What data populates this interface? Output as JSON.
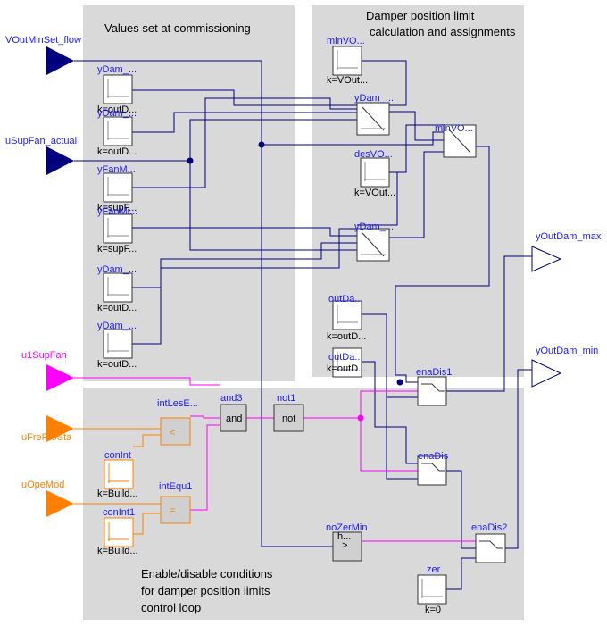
{
  "regions": {
    "commissioning": "Values set at commissioning",
    "damper_limits_line1": "Damper position limit",
    "damper_limits_line2": "calculation and assignments",
    "enable_line1": "Enable/disable conditions",
    "enable_line2": "for damper position limits",
    "enable_line3": "control loop"
  },
  "inputs": {
    "vout": "VOutMinSet_flow",
    "usupfan": "uSupFan_actual",
    "u1supfan": "u1SupFan",
    "ufrepro": "uFreProSta",
    "uopemod": "uOpeMod"
  },
  "outputs": {
    "ymax": "yOutDam_max",
    "ymin": "yOutDam_min"
  },
  "blocks": {
    "c1_name": "yDam_...",
    "c1_k": "k=outD...",
    "c2_name": "yDam_...",
    "c2_k": "k=outD...",
    "c3_name": "yFanM...",
    "c3_k": "k=supF...",
    "c4_name": "yFanMi...",
    "c4_k": "k=supF...",
    "c5_name": "yDam_...",
    "c5_k": "k=outD...",
    "c6_name": "yDam_...",
    "c6_k": "k=outD...",
    "minvo1_name": "minVO...",
    "minvo1_k": "k=VOut...",
    "ydam_line1": "yDam_...",
    "minvo2_name": "minVO...",
    "desvo_name": "desVO...",
    "desvo_k": "k=VOut...",
    "ydam_line2": "yDam_...",
    "outda1_name": "outDa...",
    "outda1_k": "k=outD...",
    "outda2_name": "outDa...",
    "outda2_k": "k=outD...",
    "and3_name": "and3",
    "and3_text": "and",
    "not1_name": "not1",
    "not1_text": "not",
    "intles_name": "intLesE...",
    "intles_text": "<",
    "intequ_name": "intEqu1",
    "intequ_text": "=",
    "conint_name": "conInt",
    "conint_k": "k=Build...",
    "conint1_name": "conInt1",
    "conint1_k": "k=Build...",
    "enadis1_name": "enaDis1",
    "enadis_name": "enaDis",
    "enadis2_name": "enaDis2",
    "nozermin_name": "noZerMin",
    "nozermin_text": "h...",
    "nozermin_sym": ">",
    "zer_name": "zer",
    "zer_k": "k=0"
  },
  "colors": {
    "real": "#00007f",
    "bool": "#ff00ff",
    "int": "#ff7f00",
    "panel": "#d9d9d9",
    "label": "#1a1aff"
  }
}
